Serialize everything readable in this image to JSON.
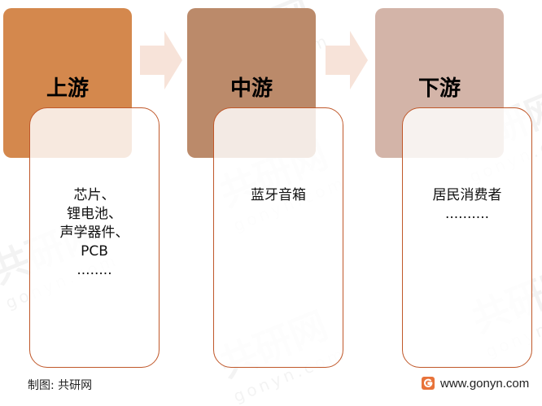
{
  "colors": {
    "upstream": "#d4884d",
    "midstream": "#bb8a6a",
    "downstream": "#d3b4a8",
    "card_border": "#c0582a",
    "arrow": "#f7e3d9",
    "logo": "#e8733a"
  },
  "watermark": {
    "text": "共研网",
    "sub": "gonyn.com"
  },
  "stages": [
    {
      "title": "上游",
      "items": [
        "芯片、",
        "锂电池、",
        "声学器件、",
        "PCB",
        "........"
      ]
    },
    {
      "title": "中游",
      "items": [
        "蓝牙音箱"
      ]
    },
    {
      "title": "下游",
      "items": [
        "居民消费者",
        ".........."
      ]
    }
  ],
  "footer": {
    "source": "制图: 共研网",
    "website": "www.gonyn.com",
    "logo_icon": "gonyn-logo-icon"
  }
}
